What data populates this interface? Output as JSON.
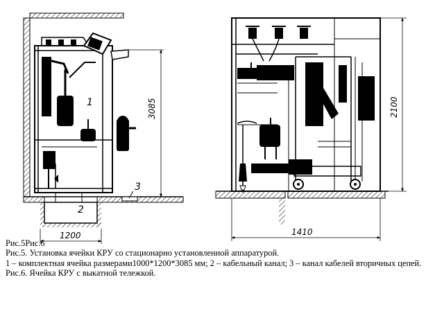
{
  "fig5": {
    "callout_1": "1",
    "callout_2": "2",
    "callout_3": "3",
    "dim_width": "1200",
    "dim_height": "3085"
  },
  "fig6": {
    "dim_width": "1410",
    "dim_height": "2100"
  },
  "captions": {
    "figure_refs": "Рис.5Рис.6",
    "fig5_title": "Рис.5.  Установка ячейки КРУ  со стационарно установленной  аппаратурой.",
    "fig5_legend": "1 – комплектная  ячейка размерами1000*1200*3085  мм; 2 – кабельный канал; 3 – канал кабелей вторичных цепей.",
    "fig6_title": "Рис.6.  Ячейка КРУ  с выкатной тележкой."
  }
}
